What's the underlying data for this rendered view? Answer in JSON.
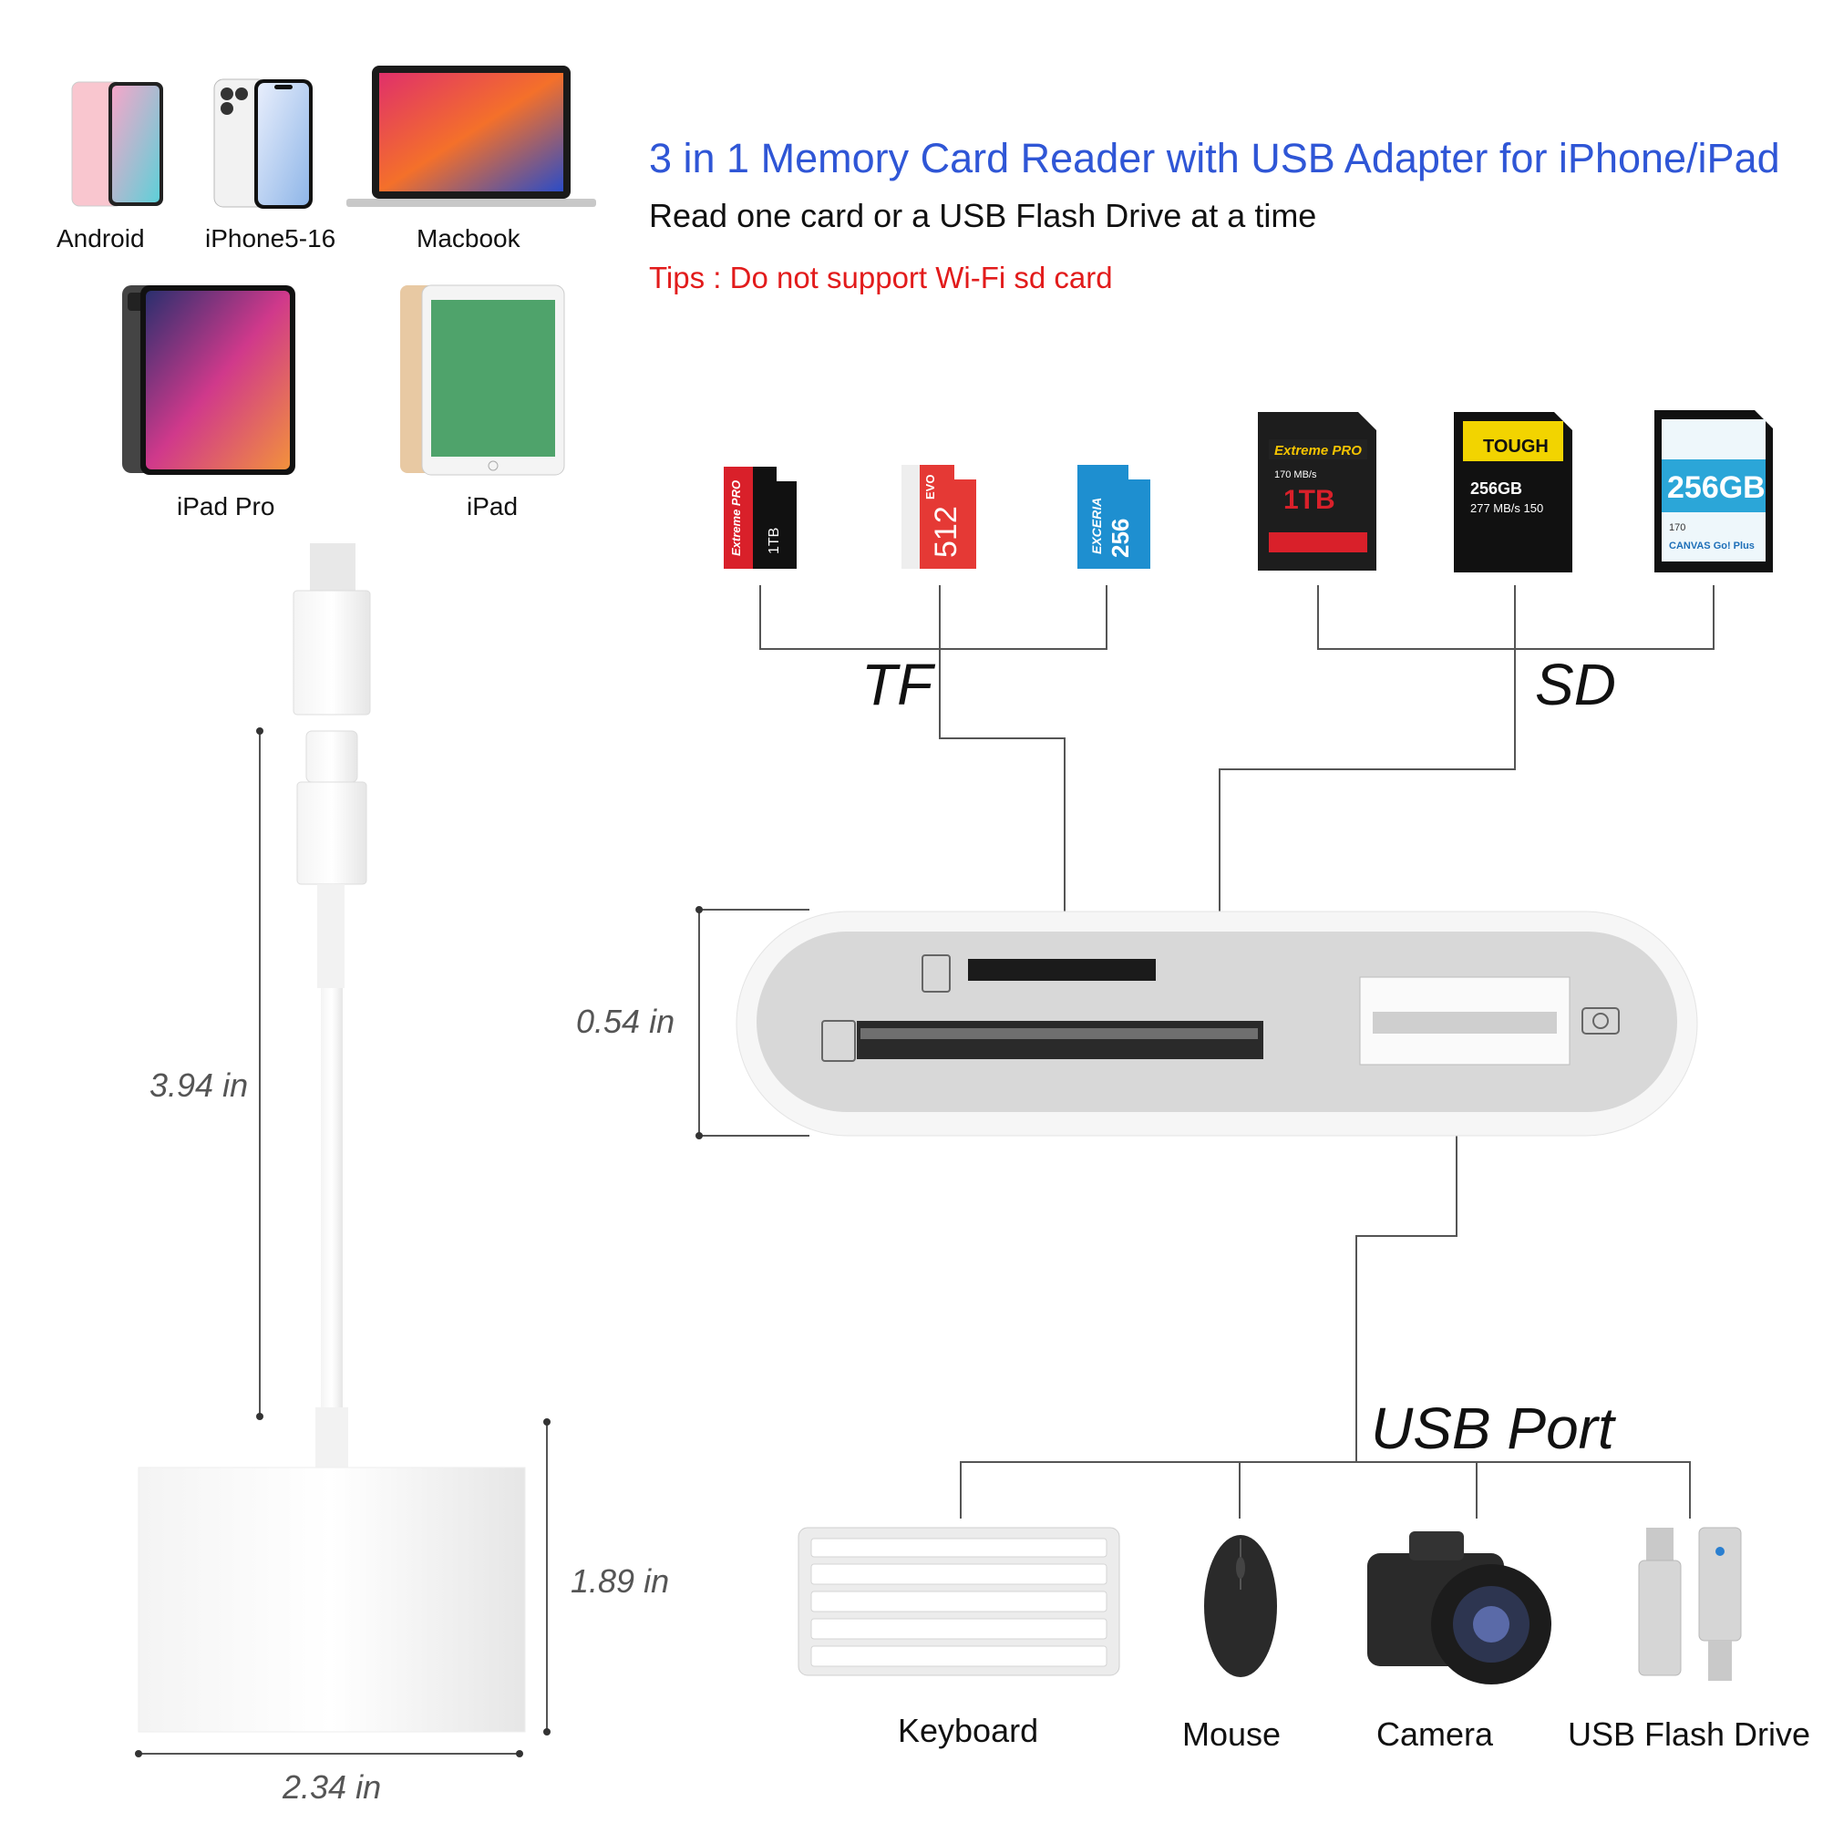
{
  "header": {
    "title": "3 in 1 Memory Card Reader with USB Adapter for iPhone/iPad",
    "subtitle": "Read one card or a USB Flash Drive at a time",
    "tip": "Tips : Do not support Wi-Fi sd card"
  },
  "devices": [
    {
      "label": "Android",
      "icon": "android-phone-icon"
    },
    {
      "label": "iPhone5-16",
      "icon": "iphone-icon"
    },
    {
      "label": "Macbook",
      "icon": "macbook-icon"
    },
    {
      "label": "iPad Pro",
      "icon": "ipad-pro-icon"
    },
    {
      "label": "iPad",
      "icon": "ipad-icon"
    }
  ],
  "cards": {
    "tf_label": "TF",
    "sd_label": "SD",
    "tf": [
      {
        "brand": "Extreme PRO",
        "capacity": "1TB",
        "color": "#d9202a"
      },
      {
        "brand": "EVO",
        "capacity": "512",
        "color": "#e53935"
      },
      {
        "brand": "EXCERIA",
        "capacity": "256",
        "color": "#1e8fd0"
      }
    ],
    "sd": [
      {
        "brand": "Extreme PRO",
        "capacity": "1TB",
        "speed": "170 MB/s"
      },
      {
        "brand": "TOUGH",
        "capacity": "256GB",
        "speed": "277 MB/s 150"
      },
      {
        "brand": "CANVAS Go! Plus",
        "capacity": "256GB",
        "speed": "170"
      }
    ]
  },
  "dimensions": {
    "cable_length": "3.94 in",
    "body_height": "1.89 in",
    "body_width": "2.34 in",
    "thickness": "0.54 in"
  },
  "usb": {
    "label": "USB Port",
    "accessories": [
      {
        "label": "Keyboard",
        "icon": "keyboard-icon"
      },
      {
        "label": "Mouse",
        "icon": "mouse-icon"
      },
      {
        "label": "Camera",
        "icon": "camera-icon"
      },
      {
        "label": "USB Flash Drive",
        "icon": "usb-flash-drive-icon"
      }
    ]
  },
  "colors": {
    "title": "#2f56d6",
    "tip": "#e21b1b",
    "line": "#555555"
  }
}
